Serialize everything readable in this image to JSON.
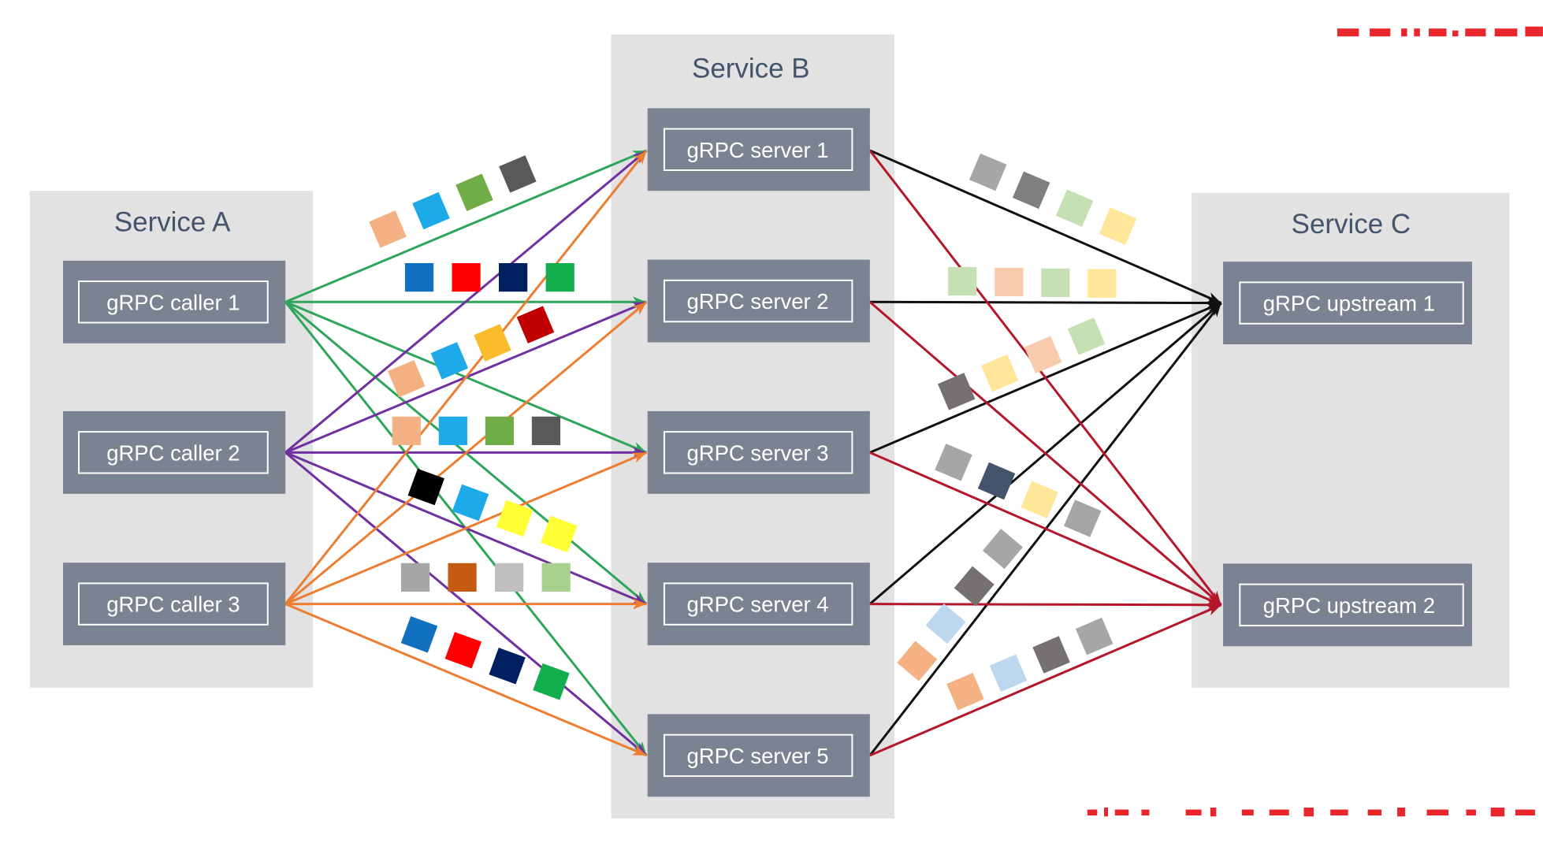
{
  "services": {
    "a": {
      "title": "Service A",
      "nodes": [
        "gRPC caller 1",
        "gRPC caller 2",
        "gRPC caller 3"
      ]
    },
    "b": {
      "title": "Service B",
      "nodes": [
        "gRPC server 1",
        "gRPC server 2",
        "gRPC server 3",
        "gRPC server 4",
        "gRPC server 5"
      ]
    },
    "c": {
      "title": "Service C",
      "nodes": [
        "gRPC upstream 1",
        "gRPC upstream 2"
      ]
    }
  },
  "colors": {
    "container": "#e2e2e2",
    "node": "#7b8291",
    "title": "#44546a",
    "watermark": "#e8262b"
  },
  "edges_a_to_b": [
    {
      "source": 0,
      "color": "#2ea65a",
      "targets": [
        0,
        1,
        2,
        3,
        4
      ]
    },
    {
      "source": 1,
      "color": "#7030a0",
      "targets": [
        0,
        1,
        2,
        3,
        4
      ]
    },
    {
      "source": 2,
      "color": "#ed7d31",
      "targets": [
        0,
        1,
        2,
        3,
        4
      ]
    }
  ],
  "edges_b_to_c": [
    {
      "target": 0,
      "color": "#111111",
      "sources": [
        0,
        1,
        2,
        3,
        4
      ]
    },
    {
      "target": 1,
      "color": "#b4162a",
      "sources": [
        0,
        1,
        2,
        3,
        4
      ]
    }
  ],
  "packets": [
    {
      "colors": [
        "#f4b183",
        "#1eaae8",
        "#70ad47",
        "#595959"
      ]
    },
    {
      "colors": [
        "#1170c0",
        "#ff0000",
        "#002060",
        "#13af4f"
      ]
    },
    {
      "colors": [
        "#f4b183",
        "#1eaae8",
        "#fbbc2c",
        "#c00000"
      ]
    },
    {
      "colors": [
        "#f4b183",
        "#1eaae8",
        "#70ad47",
        "#595959"
      ]
    },
    {
      "colors": [
        "#000000",
        "#1eaae8",
        "#ffff33",
        "#ffff33"
      ]
    },
    {
      "colors": [
        "#a6a6a6",
        "#c55a11",
        "#bfbfbf",
        "#a9d18e"
      ]
    },
    {
      "colors": [
        "#1170c0",
        "#ff0000",
        "#002060",
        "#13af4f"
      ]
    },
    {
      "colors": [
        "#a6a6a6",
        "#7f7f7f",
        "#c5e0b4",
        "#ffe699"
      ]
    },
    {
      "colors": [
        "#c5e0b4",
        "#f8cbad",
        "#c5e0b4",
        "#ffe699"
      ]
    },
    {
      "colors": [
        "#767171",
        "#ffe699",
        "#f8cbad",
        "#c5e0b4"
      ]
    },
    {
      "colors": [
        "#a6a6a6",
        "#44546a",
        "#ffe699",
        "#a6a6a6"
      ]
    },
    {
      "colors": [
        "#f4b183",
        "#bdd7ee",
        "#767171",
        "#a6a6a6"
      ]
    },
    {
      "colors": [
        "#f4b183",
        "#bdd7ee",
        "#767171",
        "#a6a6a6"
      ]
    }
  ]
}
